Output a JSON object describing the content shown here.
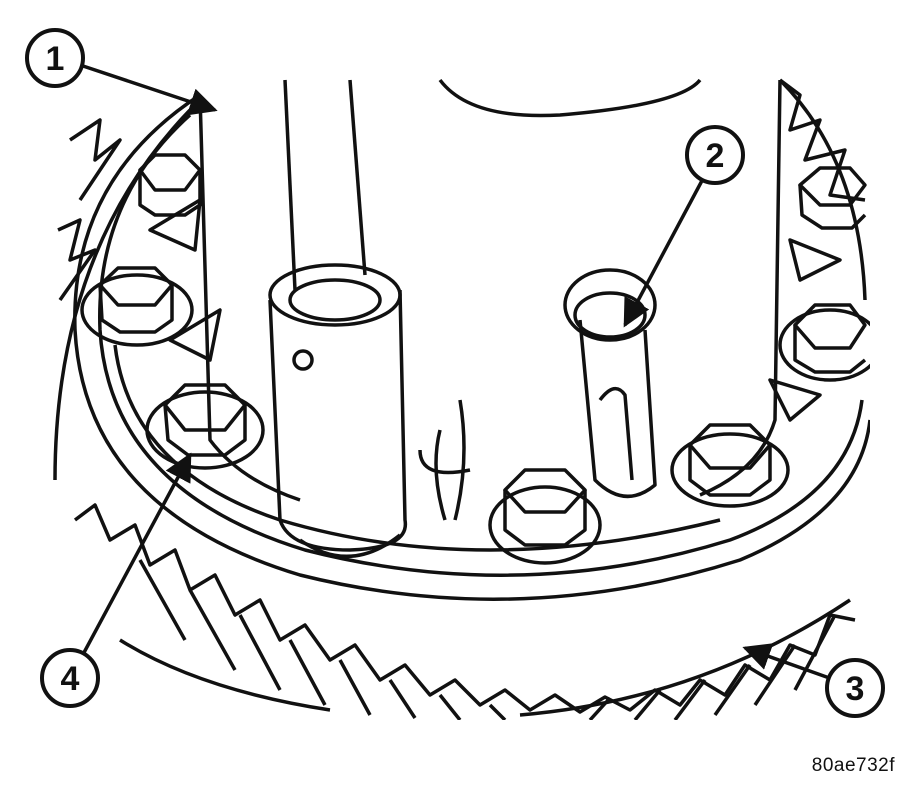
{
  "callouts": [
    {
      "number": "1"
    },
    {
      "number": "2"
    },
    {
      "number": "3"
    },
    {
      "number": "4"
    }
  ],
  "figure_code": "80ae732f",
  "colors": {
    "line": "#111111",
    "paper": "#ffffff"
  }
}
